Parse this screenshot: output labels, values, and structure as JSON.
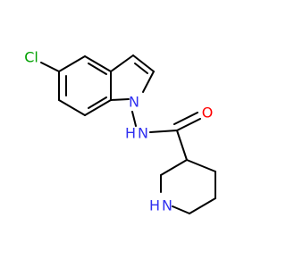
{
  "molecule": {
    "colors": {
      "bond": "#000000",
      "carbon_default": "#000000",
      "chlorine": "#00a000",
      "nitrogen": "#3030f0",
      "oxygen": "#ff0000"
    },
    "atom_labels": {
      "chlorine": "Cl",
      "indole_nitrogen": "N",
      "hydrazide_nh": "N",
      "hydrazide_h": "H",
      "carbonyl_oxygen": "O",
      "piperidine_nh": "N",
      "piperidine_h": "H"
    }
  }
}
